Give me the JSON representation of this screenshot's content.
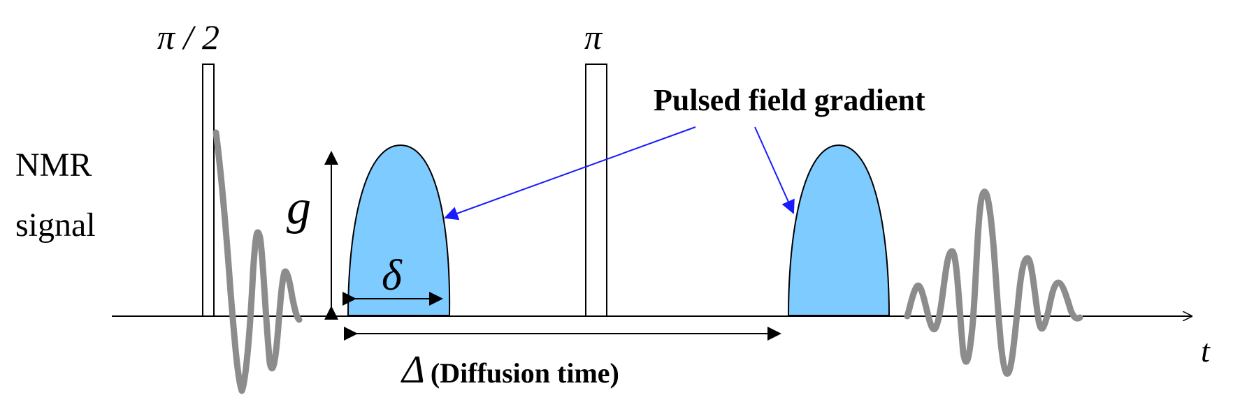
{
  "labels": {
    "pulse_90": "π / 2",
    "pulse_180": "π",
    "signal_line1": "NMR",
    "signal_line2": "signal",
    "gradient_label": "Pulsed field gradient",
    "g_symbol": "g",
    "delta_symbol": "δ",
    "Delta_symbol": "Δ",
    "Delta_text": "(Diffusion time)",
    "time_axis": "t"
  },
  "colors": {
    "gradient_fill": "#7ecbff",
    "signal_stroke": "#8c8c8c",
    "arrow_blue": "#1a1aff",
    "black": "#000000"
  }
}
